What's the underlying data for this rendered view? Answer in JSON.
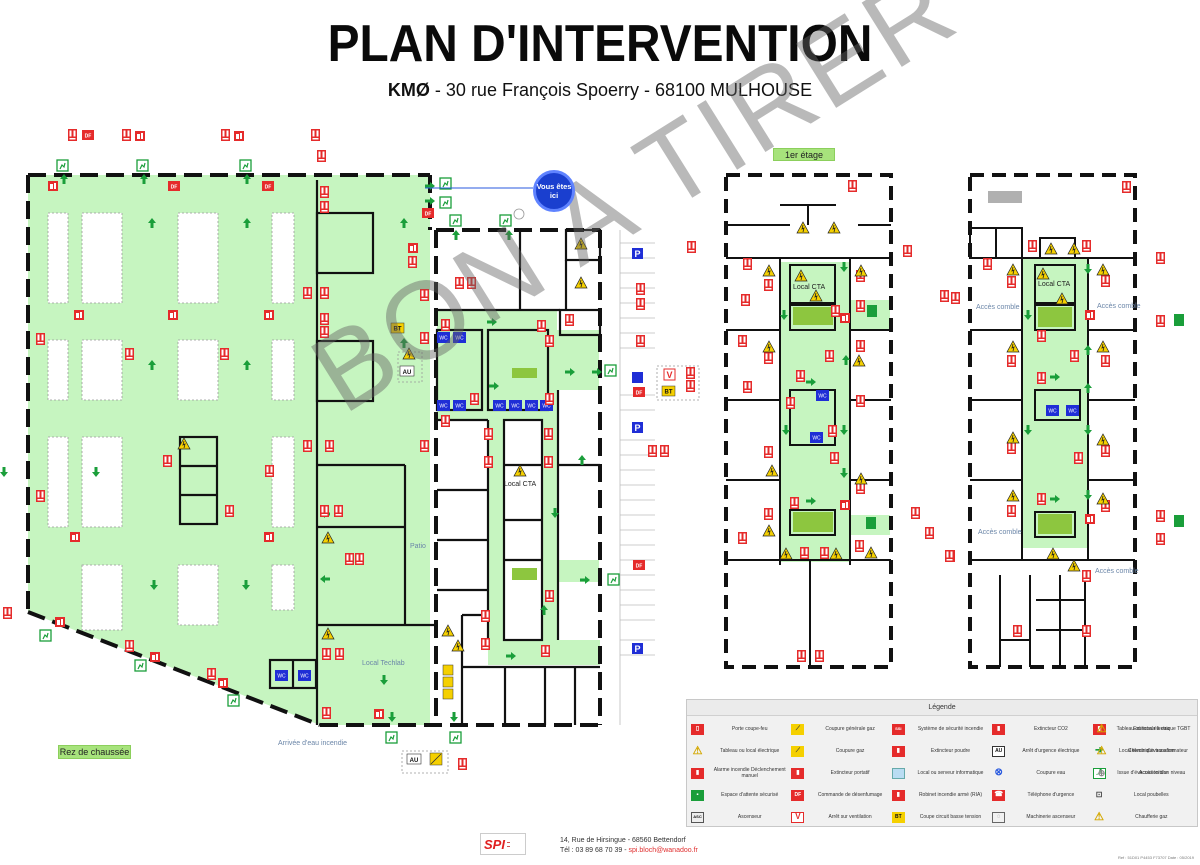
{
  "header": {
    "title": "PLAN D'INTERVENTION",
    "company": "KMØ",
    "address": " - 30 rue François Spoerry - 68100 MULHOUSE"
  },
  "watermark": "BON A TIRER",
  "you_are_here": "Vous êtes ici",
  "floors": {
    "ground": {
      "label": "Rez de chaussée"
    },
    "first": {
      "label": "1er étage"
    },
    "second": {
      "label": ""
    }
  },
  "room_labels": {
    "patio": "Patio",
    "local_techlab": "Local Techlab",
    "local_cta_ground": "Local CTA",
    "arrivee_eau": "Arrivée d'eau incendie",
    "local_cta_first": "Local CTA",
    "local_cta_second": "Local CTA",
    "acces_comble_1": "Accès comble",
    "acces_comble_2": "Accès comble",
    "acces_comble_3": "Accès comble",
    "acces_comble_4": "Accès comble"
  },
  "plan_symbols": {
    "df": "DF",
    "bt": "BT",
    "au": "AU",
    "v": "V",
    "wc": "WC",
    "p": "P",
    "asc": "ASC",
    "chaufferie": "Chaufferie",
    "generale": "Générale"
  },
  "colors": {
    "evac_green": "#c6f5c0",
    "arrow_green": "#1a9e3a",
    "fire_red": "#e52b2b",
    "wc_blue": "#1f2ed6",
    "warning_yellow": "#f5d000",
    "floor_tag": "#a7e37c"
  },
  "legend": {
    "title": "Légende",
    "items": [
      {
        "icon": "fire-door-icon",
        "label": "Porte coupe-feu"
      },
      {
        "icon": "general-gas-cutoff-icon",
        "label": "Coupure générale gaz"
      },
      {
        "icon": "fire-safety-system-icon",
        "label": "Système de sécurité incendie"
      },
      {
        "icon": "co2-extinguisher-icon",
        "label": "Extincteur CO2"
      },
      {
        "icon": "water-extinguisher-icon",
        "label": "Extincteur à eau"
      },
      {
        "icon": "electrical-panel-icon",
        "label": "Tableau ou local électrique"
      },
      {
        "icon": "gas-cutoff-icon",
        "label": "Coupure gaz"
      },
      {
        "icon": "powder-extinguisher-icon",
        "label": "Extincteur poudre"
      },
      {
        "icon": "emergency-stop-icon",
        "label": "Arrêt d'urgence électrique"
      },
      {
        "icon": "evacuation-path-icon",
        "label": "Chemin d'évacuation"
      },
      {
        "icon": "fire-alarm-icon",
        "label": "Alarme incendie Déclenchement manuel"
      },
      {
        "icon": "portable-extinguisher-icon",
        "label": "Extincteur portatif"
      },
      {
        "icon": "server-room-icon",
        "label": "Local ou serveur informatique"
      },
      {
        "icon": "water-cutoff-icon",
        "label": "Coupure eau"
      },
      {
        "icon": "level-exit-icon",
        "label": "Issue d'évacuation d'un niveau"
      },
      {
        "icon": "safe-waiting-area-icon",
        "label": "Espace d'attente sécurisé"
      },
      {
        "icon": "smoke-control-icon",
        "label": "Commande de désenfumage"
      },
      {
        "icon": "fire-hose-icon",
        "label": "Robinet incendie armé (RIA)"
      },
      {
        "icon": "emergency-phone-icon",
        "label": "Téléphone d'urgence"
      },
      {
        "icon": "trash-room-icon",
        "label": "Local poubelles"
      },
      {
        "icon": "elevator-icon",
        "label": "Ascenseur"
      },
      {
        "icon": "ventilation-stop-icon",
        "label": "Arrêt sur ventilation"
      },
      {
        "icon": "low-voltage-cutoff-icon",
        "label": "Coupe circuit basse tension"
      },
      {
        "icon": "elevator-machinery-icon",
        "label": "Machinerie ascenseur"
      },
      {
        "icon": "gas-boiler-icon",
        "label": "Chaufferie gaz"
      },
      {
        "icon": "tgbt-panel-icon",
        "label": "Tableau ou local électrique TGBT"
      },
      {
        "icon": "transformer-icon",
        "label": "Local électrique transformateur"
      },
      {
        "icon": "roof-access-icon",
        "label": "Accès toiture"
      }
    ]
  },
  "footer": {
    "logo": "SPI",
    "address_line": "14, Rue de Hirsingue - 68560 Bettendorf",
    "phone_line": "Tél : 03 89 68 70 39 - ",
    "email": "spi.bloch@wanadoo.fr",
    "ref": "Ref : 51D01 P4453 F73707   Date : 05/2019"
  }
}
